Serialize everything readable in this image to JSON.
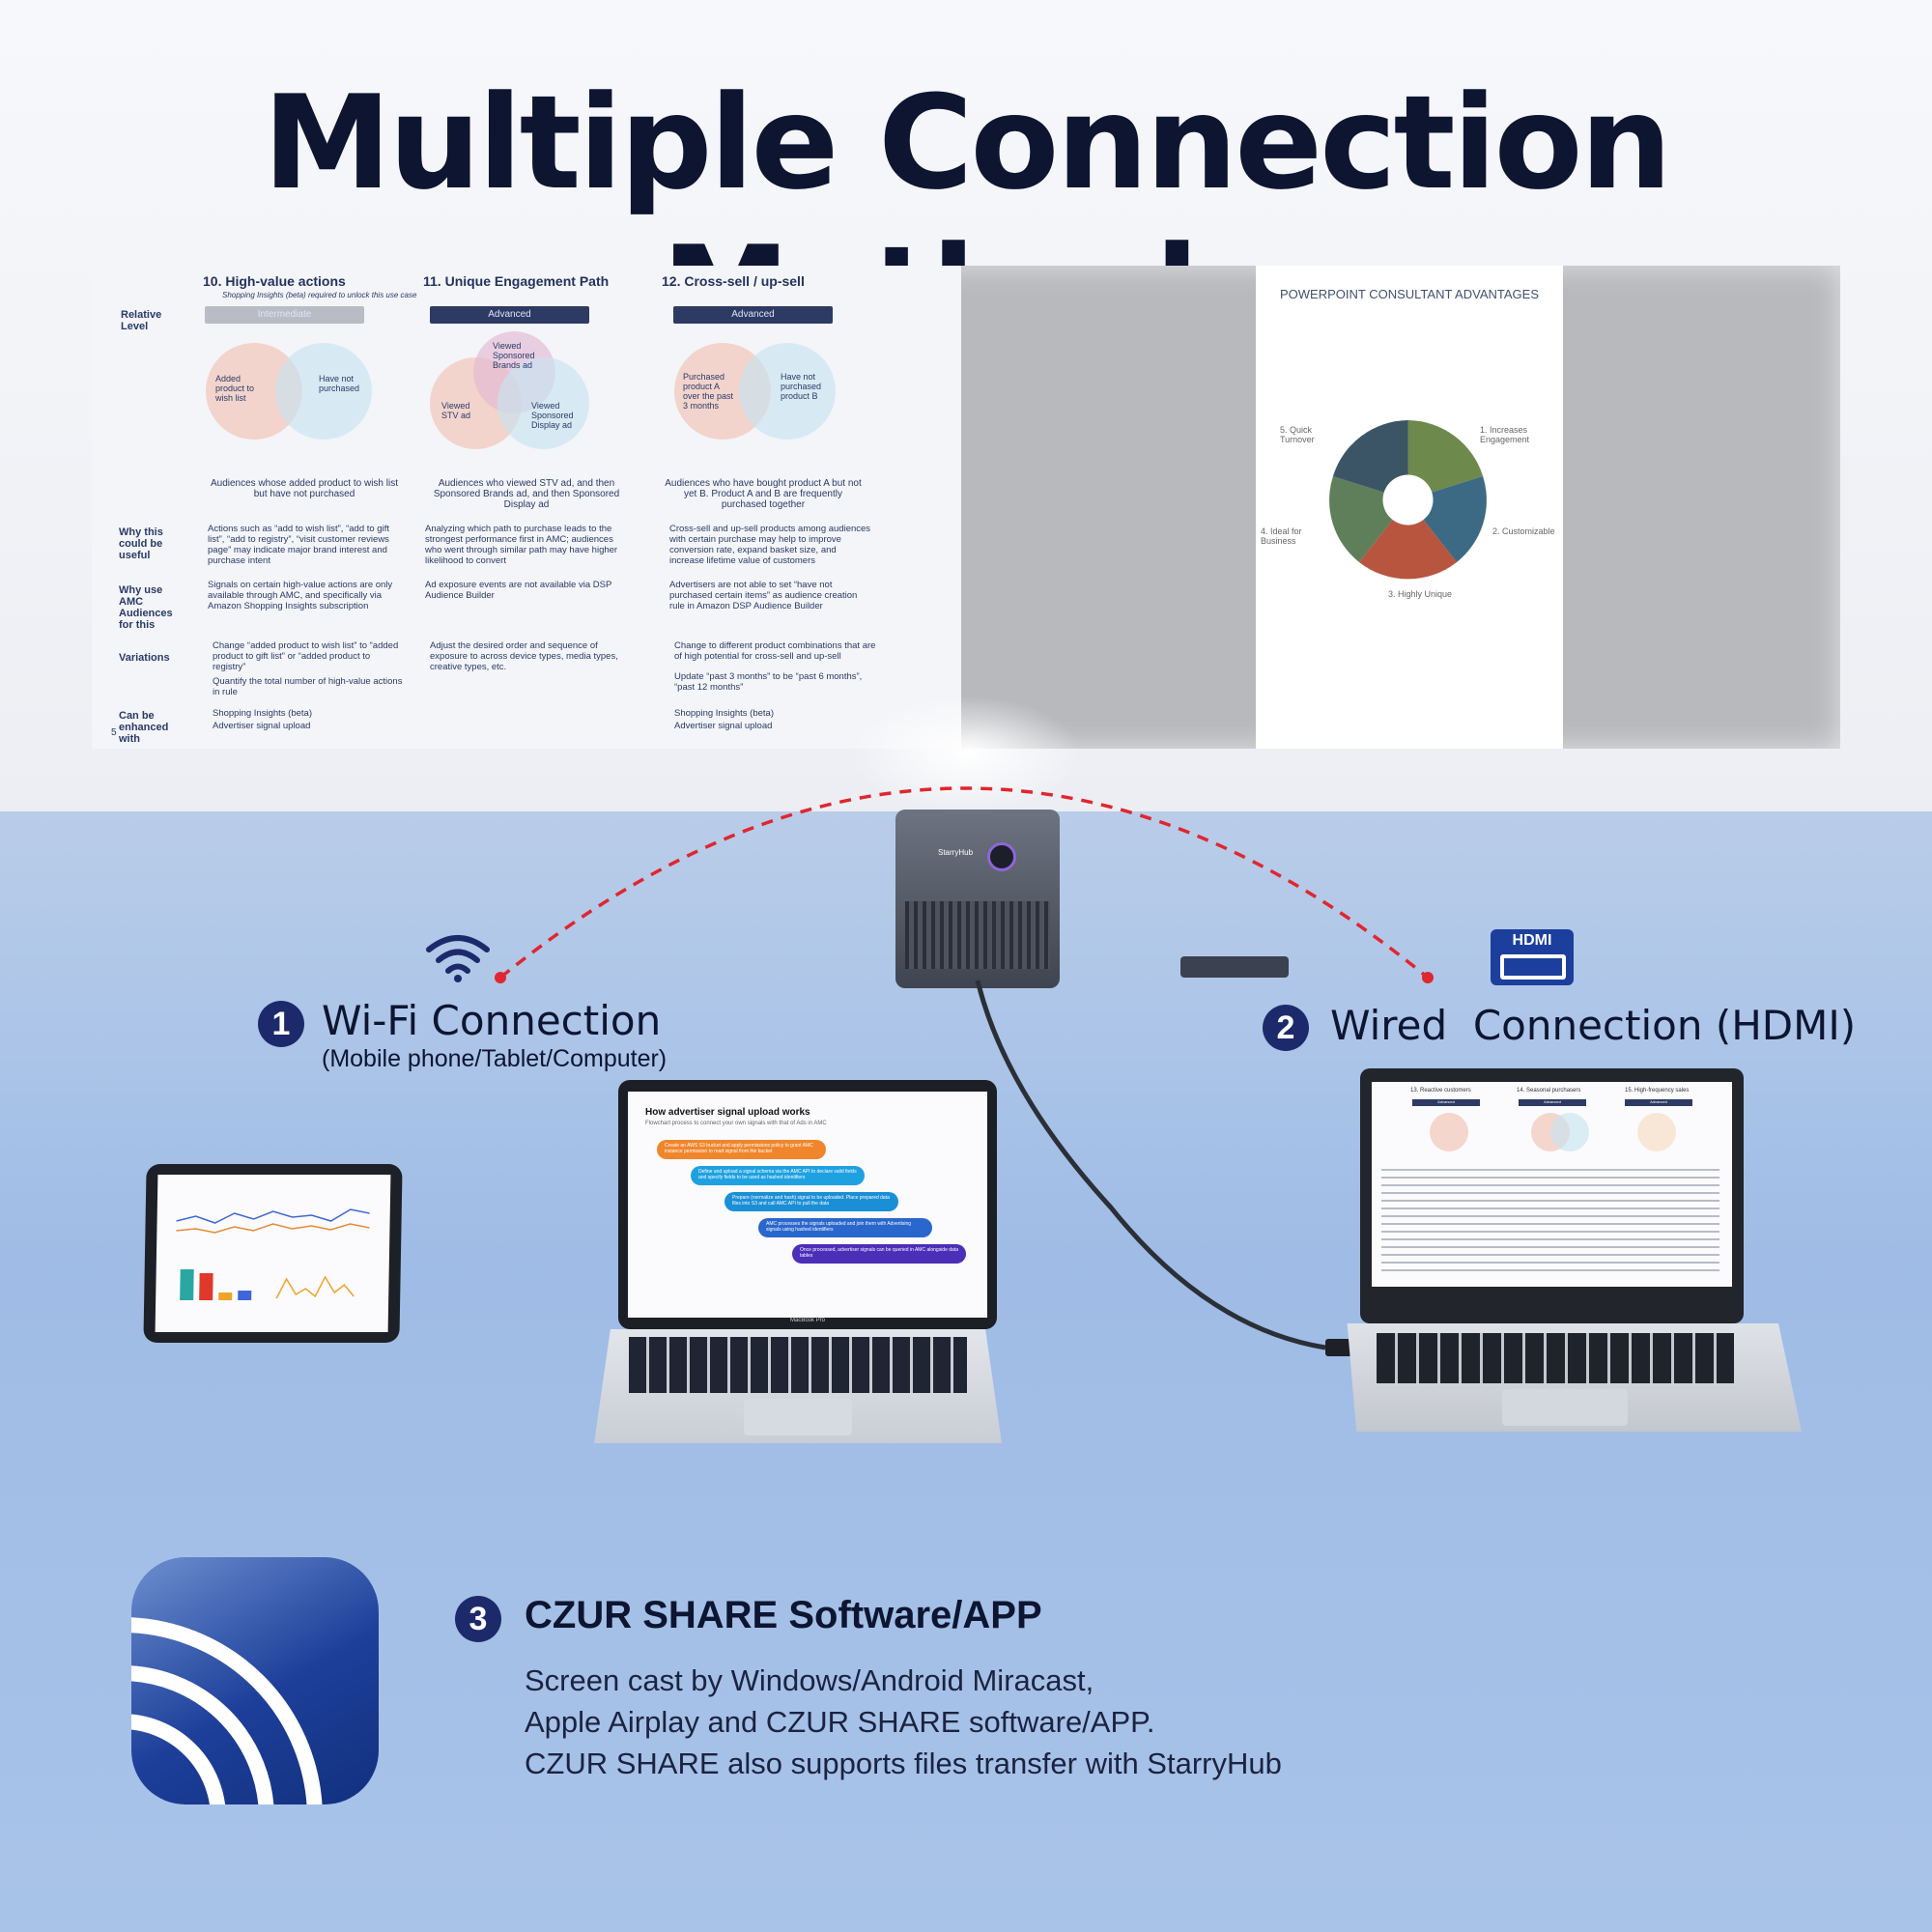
{
  "headline": "Multiple Connection Methods",
  "projection": {
    "left_slide": {
      "columns": [
        {
          "heading": "10. High-value actions",
          "note": "Shopping Insights (beta) required to unlock this use case",
          "level": "Intermediate",
          "circle_a": "Added product to wish list",
          "circle_b": "Have not purchased",
          "summary": "Audiences whose added product to wish list but have not purchased",
          "why_useful": "Actions such as “add to wish list”, “add to gift list”, “add to registry”, “visit customer reviews page” may indicate major brand interest and purchase intent",
          "why_amc": "Signals on certain high-value actions are only available through AMC, and specifically via Amazon Shopping Insights subscription",
          "variations": [
            "Change “added product to wish list” to “added product to gift list” or “added product to registry”",
            "Quantify the total number of high-value actions in rule"
          ],
          "enhanced": [
            "Shopping Insights (beta)",
            "Advertiser signal upload"
          ]
        },
        {
          "heading": "11. Unique Engagement Path",
          "note": "",
          "level": "Advanced",
          "circle_a": "Viewed STV ad",
          "circle_b": "Viewed Sponsored Display ad",
          "circle_c": "Viewed Sponsored Brands ad",
          "summary": "Audiences who viewed STV ad, and then Sponsored Brands ad, and then Sponsored Display ad",
          "why_useful": "Analyzing which path to purchase leads to the strongest performance first in AMC; audiences who went through similar path may have higher likelihood to convert",
          "why_amc": "Ad exposure events are not available via DSP Audience Builder",
          "variations": [
            "Adjust the desired order and sequence of exposure to across device types, media types, creative types, etc."
          ],
          "enhanced": []
        },
        {
          "heading": "12. Cross-sell / up-sell",
          "note": "",
          "level": "Advanced",
          "circle_a": "Purchased product A over the past 3 months",
          "circle_b": "Have not purchased product B",
          "summary": "Audiences who have bought product A but not yet B. Product A and B are frequently purchased together",
          "why_useful": "Cross-sell and up-sell products among audiences with certain purchase may help to improve conversion rate, expand basket size, and increase lifetime value of customers",
          "why_amc": "Advertisers are not able to set “have not purchased certain items” as audience creation rule in Amazon DSP Audience Builder",
          "variations": [
            "Change to different product combinations that are of high potential for cross-sell and up-sell",
            "Update “past 3 months” to be “past 6 months”, “past 12 months”"
          ],
          "enhanced": [
            "Shopping Insights (beta)",
            "Advertiser signal upload"
          ]
        }
      ],
      "row_labels": [
        "Relative Level",
        "Why this could be useful",
        "Why use AMC Audiences for this",
        "Variations",
        "Can be enhanced with"
      ],
      "page_number": "5"
    },
    "right_slide": {
      "title": "POWERPOINT CONSULTANT ADVANTAGES",
      "items": [
        "1. Increases Engagement",
        "2. Customizable",
        "3. Highly Unique",
        "4. Ideal for Business",
        "5. Quick Turnover"
      ],
      "colors": [
        "#6d8a4c",
        "#3c6a84",
        "#b8553f",
        "#5f7f5a",
        "#3c5566"
      ]
    }
  },
  "projector": {
    "brand": "StarryHub"
  },
  "wifi": {
    "number": "1",
    "title": "Wi-Fi Connection",
    "subtitle": "(Mobile phone/Tablet/Computer)",
    "icon": "wifi-icon"
  },
  "hdmi": {
    "number": "2",
    "title": "Wired  Connection (HDMI)",
    "badge": "HDMI",
    "icon": "hdmi-icon"
  },
  "laptop_mac": {
    "slide_title": "How advertiser signal upload works",
    "slide_subtitle": "Flowchart process to connect your own signals with that of Ads in AMC",
    "steps": [
      "Create an AWS S3 bucket and apply permissions policy to grant AMC instance permission to read signal from the bucket",
      "Define and upload a signal schema via the AMC API to declare valid fields and specify fields to be used as hashed identifiers",
      "Prepare (normalize and hash) signal to be uploaded. Place prepared data files into S3 and call AMC API to pull the data",
      "AMC processes the signals uploaded and join them with Advertising signals using hashed identifiers",
      "Once processed, advertiser signals can be queried in AMC alongside data tables"
    ],
    "step_colors": [
      "#f0862c",
      "#1ea1e0",
      "#1a8fd6",
      "#2a67cc",
      "#4b2fb8"
    ],
    "model": "MacBook Pro"
  },
  "laptop_hp": {
    "columns": [
      "13. Reactive customers",
      "14. Seasonal purchasers",
      "15. High-frequency sales"
    ],
    "levels": [
      "Advanced",
      "Advanced",
      "Advanced"
    ]
  },
  "czur": {
    "number": "3",
    "title": "CZUR SHARE Software/APP",
    "lines": [
      "Screen cast by Windows/Android Miracast,",
      "Apple Airplay and CZUR SHARE software/APP.",
      "CZUR SHARE also supports files transfer with StarryHub"
    ]
  },
  "colors": {
    "navy": "#1c2a6b",
    "title": "#0d1531",
    "dashed_line": "#e0262e",
    "hdmi_badge": "#1c3f9d"
  }
}
